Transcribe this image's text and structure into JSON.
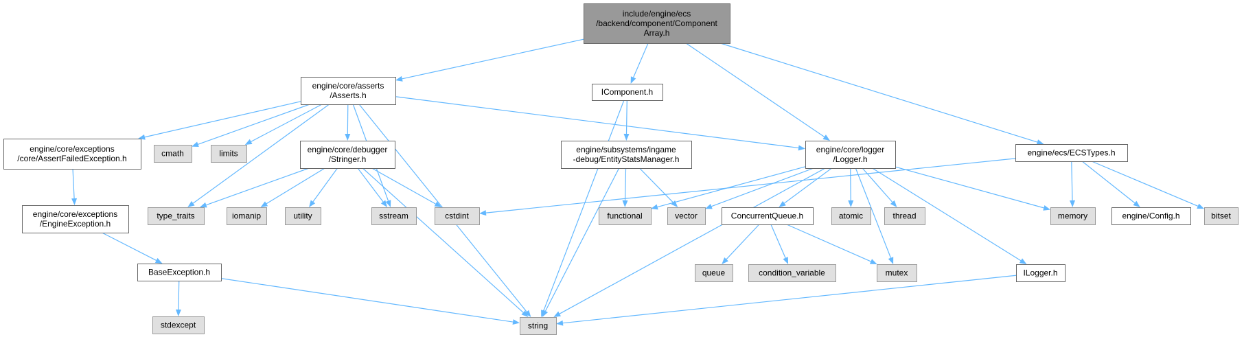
{
  "colors": {
    "edge": "#63b8ff",
    "root_fill": "#999999",
    "root_stroke": "#666666",
    "node_fill": "#ffffff",
    "node_stroke": "#666666",
    "system_fill": "#e0e0e0",
    "system_stroke": "#999999"
  },
  "nodes": [
    {
      "id": "componentarray",
      "kind": "root",
      "lines": [
        "include/engine/ecs",
        "/backend/component/Component",
        "Array.h"
      ]
    },
    {
      "id": "asserts",
      "kind": "header",
      "lines": [
        "engine/core/asserts",
        "/Asserts.h"
      ]
    },
    {
      "id": "icomponent",
      "kind": "header",
      "lines": [
        "IComponent.h"
      ]
    },
    {
      "id": "logger",
      "kind": "header",
      "lines": [
        "engine/core/logger",
        "/Logger.h"
      ]
    },
    {
      "id": "ecstypes",
      "kind": "header",
      "lines": [
        "engine/ecs/ECSTypes.h"
      ]
    },
    {
      "id": "assertfailed",
      "kind": "header",
      "lines": [
        "engine/core/exceptions",
        "/core/AssertFailedException.h"
      ]
    },
    {
      "id": "cmath",
      "kind": "system",
      "lines": [
        "cmath"
      ]
    },
    {
      "id": "limits",
      "kind": "system",
      "lines": [
        "limits"
      ]
    },
    {
      "id": "stringer",
      "kind": "header",
      "lines": [
        "engine/core/debugger",
        "/Stringer.h"
      ]
    },
    {
      "id": "entitystats",
      "kind": "header",
      "lines": [
        "engine/subsystems/ingame",
        "-debug/EntityStatsManager.h"
      ]
    },
    {
      "id": "engineexception",
      "kind": "header",
      "lines": [
        "engine/core/exceptions",
        "/EngineException.h"
      ]
    },
    {
      "id": "type_traits",
      "kind": "system",
      "lines": [
        "type_traits"
      ]
    },
    {
      "id": "iomanip",
      "kind": "system",
      "lines": [
        "iomanip"
      ]
    },
    {
      "id": "utility",
      "kind": "system",
      "lines": [
        "utility"
      ]
    },
    {
      "id": "sstream",
      "kind": "system",
      "lines": [
        "sstream"
      ]
    },
    {
      "id": "cstdint",
      "kind": "system",
      "lines": [
        "cstdint"
      ]
    },
    {
      "id": "functional",
      "kind": "system",
      "lines": [
        "functional"
      ]
    },
    {
      "id": "vector",
      "kind": "system",
      "lines": [
        "vector"
      ]
    },
    {
      "id": "concurrentqueue",
      "kind": "header",
      "lines": [
        "ConcurrentQueue.h"
      ]
    },
    {
      "id": "atomic",
      "kind": "system",
      "lines": [
        "atomic"
      ]
    },
    {
      "id": "thread",
      "kind": "system",
      "lines": [
        "thread"
      ]
    },
    {
      "id": "memory",
      "kind": "system",
      "lines": [
        "memory"
      ]
    },
    {
      "id": "config",
      "kind": "header",
      "lines": [
        "engine/Config.h"
      ]
    },
    {
      "id": "bitset",
      "kind": "system",
      "lines": [
        "bitset"
      ]
    },
    {
      "id": "baseexception",
      "kind": "header",
      "lines": [
        "BaseException.h"
      ]
    },
    {
      "id": "queue",
      "kind": "system",
      "lines": [
        "queue"
      ]
    },
    {
      "id": "condition_variable",
      "kind": "system",
      "lines": [
        "condition_variable"
      ]
    },
    {
      "id": "mutex",
      "kind": "system",
      "lines": [
        "mutex"
      ]
    },
    {
      "id": "ilogger",
      "kind": "header",
      "lines": [
        "ILogger.h"
      ]
    },
    {
      "id": "stdexcept",
      "kind": "system",
      "lines": [
        "stdexcept"
      ]
    },
    {
      "id": "string",
      "kind": "system",
      "lines": [
        "string"
      ]
    }
  ],
  "edges": [
    [
      "componentarray",
      "asserts"
    ],
    [
      "componentarray",
      "icomponent"
    ],
    [
      "componentarray",
      "logger"
    ],
    [
      "componentarray",
      "ecstypes"
    ],
    [
      "asserts",
      "assertfailed"
    ],
    [
      "asserts",
      "cmath"
    ],
    [
      "asserts",
      "limits"
    ],
    [
      "asserts",
      "stringer"
    ],
    [
      "asserts",
      "type_traits"
    ],
    [
      "asserts",
      "sstream"
    ],
    [
      "asserts",
      "string"
    ],
    [
      "asserts",
      "logger"
    ],
    [
      "icomponent",
      "entitystats"
    ],
    [
      "icomponent",
      "string"
    ],
    [
      "assertfailed",
      "engineexception"
    ],
    [
      "engineexception",
      "baseexception"
    ],
    [
      "baseexception",
      "stdexcept"
    ],
    [
      "baseexception",
      "string"
    ],
    [
      "stringer",
      "type_traits"
    ],
    [
      "stringer",
      "iomanip"
    ],
    [
      "stringer",
      "utility"
    ],
    [
      "stringer",
      "sstream"
    ],
    [
      "stringer",
      "cstdint"
    ],
    [
      "stringer",
      "string"
    ],
    [
      "entitystats",
      "functional"
    ],
    [
      "entitystats",
      "vector"
    ],
    [
      "entitystats",
      "string"
    ],
    [
      "logger",
      "functional"
    ],
    [
      "logger",
      "vector"
    ],
    [
      "logger",
      "concurrentqueue"
    ],
    [
      "logger",
      "atomic"
    ],
    [
      "logger",
      "thread"
    ],
    [
      "logger",
      "memory"
    ],
    [
      "logger",
      "mutex"
    ],
    [
      "logger",
      "ilogger"
    ],
    [
      "logger",
      "string"
    ],
    [
      "concurrentqueue",
      "queue"
    ],
    [
      "concurrentqueue",
      "condition_variable"
    ],
    [
      "concurrentqueue",
      "mutex"
    ],
    [
      "ecstypes",
      "cstdint"
    ],
    [
      "ecstypes",
      "memory"
    ],
    [
      "ecstypes",
      "config"
    ],
    [
      "ecstypes",
      "bitset"
    ],
    [
      "ilogger",
      "string"
    ]
  ]
}
